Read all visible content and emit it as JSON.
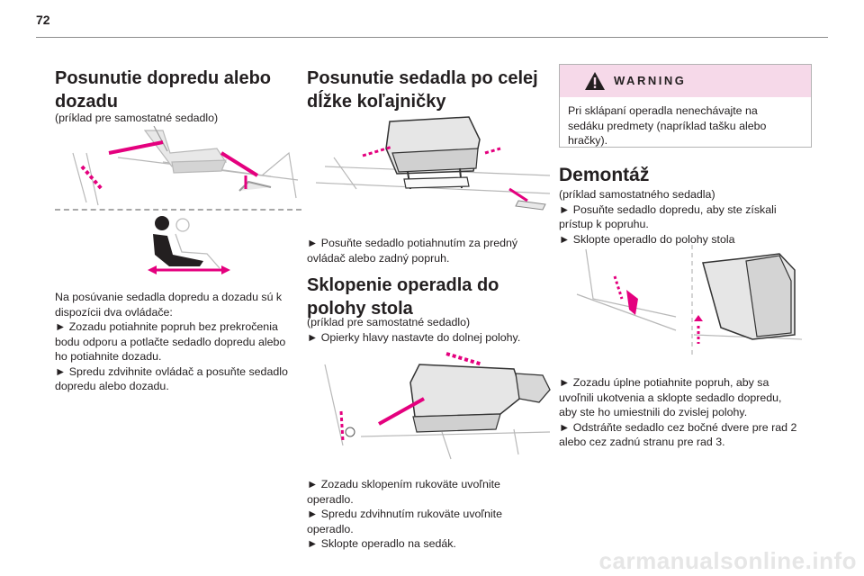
{
  "page": {
    "number": "72",
    "watermark": "carmanualsonline.info"
  },
  "col1": {
    "heading": [
      "Posunutie dopredu alebo",
      "dozadu"
    ],
    "caption": "(príklad pre samostatné sedadlo)",
    "body": [
      "Na posúvanie sedadla dopredu a dozadu sú k",
      "dispozícii dva ovládače:",
      "► Zozadu potiahnite popruh bez prekročenia",
      "bodu odporu a potlačte sedadlo dopredu alebo",
      "ho potiahnite dozadu.",
      "► Spredu zdvihnite ovládač a posuňte sedadlo",
      "dopredu alebo dozadu."
    ]
  },
  "col2": {
    "heading1": [
      "Posunutie sedadla po celej",
      "dĺžke koľajničky"
    ],
    "body1": [
      "► Posuňte sedadlo potiahnutím za predný",
      "ovládač alebo zadný popruh."
    ],
    "heading2": [
      "Sklopenie operadla do",
      "polohy stola"
    ],
    "caption2": [
      "(príklad pre samostatné sedadlo)",
      "► Opierky hlavy nastavte do dolnej polohy."
    ],
    "body2": [
      "► Zozadu sklopením rukoväte uvoľnite",
      "operadlo.",
      "► Spredu zdvihnutím rukoväte uvoľnite",
      "operadlo.",
      "► Sklopte operadlo na sedák."
    ]
  },
  "col3": {
    "warning": {
      "title": "WARNING",
      "icon": "warning-triangle-icon",
      "text": [
        "Pri sklápaní operadla nenechávajte na",
        "sedáku predmety (napríklad tašku alebo",
        "hračky)."
      ]
    },
    "heading": "Demontáž",
    "intro": [
      "(príklad samostatného sedadla)",
      "► Posuňte sedadlo dopredu, aby ste získali",
      "prístup k popruhu.",
      "► Sklopte operadlo do polohy stola"
    ],
    "body": [
      "► Zozadu úplne potiahnite popruh, aby sa",
      "uvoľnili ukotvenia a sklopte sedadlo dopredu,",
      "aby ste ho umiestnili do zvislej polohy.",
      "► Odstráňte sedadlo cez bočné dvere pre rad 2",
      "alebo cez zadnú stranu pre rad 3."
    ]
  },
  "colors": {
    "accent": "#e4007e",
    "warning_bg": "#f6d9e9",
    "line": "#8c8c8c"
  }
}
